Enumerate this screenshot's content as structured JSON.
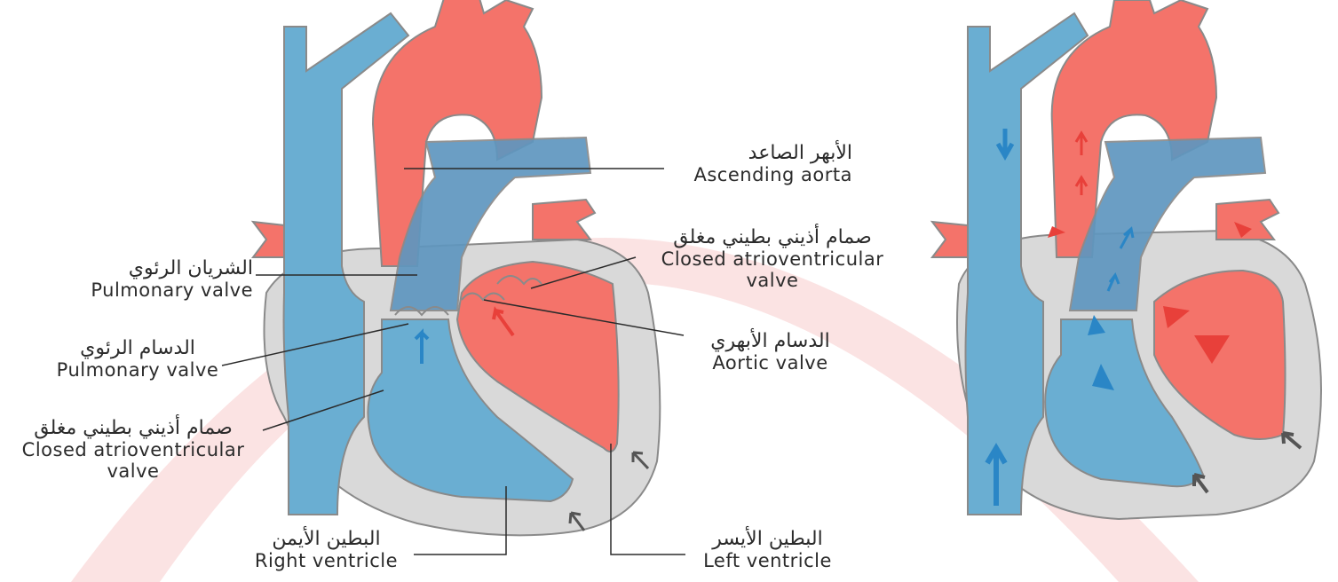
{
  "colors": {
    "oxygenated": "#f4736a",
    "deoxygenated": "#6aaed2",
    "deoxygenated_overlap": "#5f96bf",
    "muscle": "#d9d9d9",
    "outline": "#8a8a8a",
    "arrow_red": "#e8403a",
    "arrow_blue": "#2a86c6",
    "arrow_gray": "#555555",
    "watermark": "#fbe3e3",
    "text": "#2b2b2b"
  },
  "labels": {
    "ascending_aorta": {
      "ar": "الأبهر الصاعد",
      "en": "Ascending aorta"
    },
    "pulmonary_artery": {
      "ar": "الشريان الرئوي",
      "en": "Pulmonary valve"
    },
    "pulmonary_valve": {
      "ar": "الدسام الرئوي",
      "en": "Pulmonary valve"
    },
    "closed_av_valve_right": {
      "ar": "صمام أذيني بطيني مغلق",
      "en_1": "Closed atrioventricular",
      "en_2": "valve"
    },
    "closed_av_valve_left": {
      "ar": "صمام أذيني بطيني مغلق",
      "en_1": "Closed atrioventricular",
      "en_2": "valve"
    },
    "aortic_valve": {
      "ar": "الدسام الأبهري",
      "en": "Aortic valve"
    },
    "right_ventricle": {
      "ar": "البطين الأيمن",
      "en": "Right ventricle"
    },
    "left_ventricle": {
      "ar": "البطين الأيسر",
      "en": "Left ventricle"
    }
  }
}
